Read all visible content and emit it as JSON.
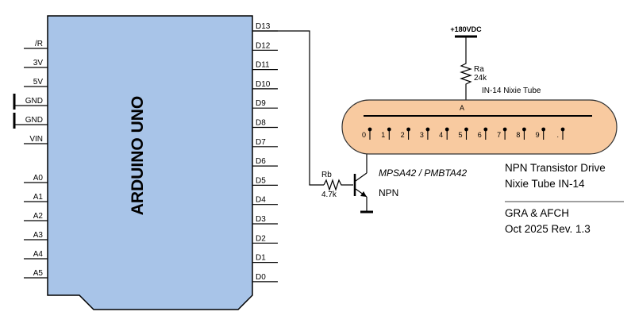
{
  "board": {
    "name": "ARDUINO UNO",
    "left_pins": [
      "/R",
      "3V",
      "5V",
      "GND",
      "GND",
      "VIN",
      "A0",
      "A1",
      "A2",
      "A3",
      "A4",
      "A5"
    ],
    "right_pins": [
      "D13",
      "D12",
      "D11",
      "D10",
      "D9",
      "D8",
      "D7",
      "D6",
      "D5",
      "D4",
      "D3",
      "D2",
      "D1",
      "D0"
    ],
    "colors": {
      "fill": "#a8c4e8",
      "stroke": "#000000"
    }
  },
  "supply": {
    "label": "+180VDC"
  },
  "ra": {
    "name": "Ra",
    "value": "24k"
  },
  "rb": {
    "name": "Rb",
    "value": "4.7k"
  },
  "tube": {
    "title": "IN-14 Nixie Tube",
    "anode_label": "A",
    "pin_labels": [
      "0",
      "1",
      "2",
      "3",
      "4",
      "5",
      "6",
      "7",
      "8",
      "9",
      "."
    ],
    "colors": {
      "fill": "#f8caa0",
      "stroke": "#333333"
    }
  },
  "transistor": {
    "part": "MPSA42 / PMBTA42",
    "type": "NPN"
  },
  "info": {
    "line1": "NPN Transistor Drive",
    "line2": "Nixie Tube IN-14",
    "line3": "GRA & AFCH",
    "line4": "Oct 2025 Rev. 1.3"
  }
}
